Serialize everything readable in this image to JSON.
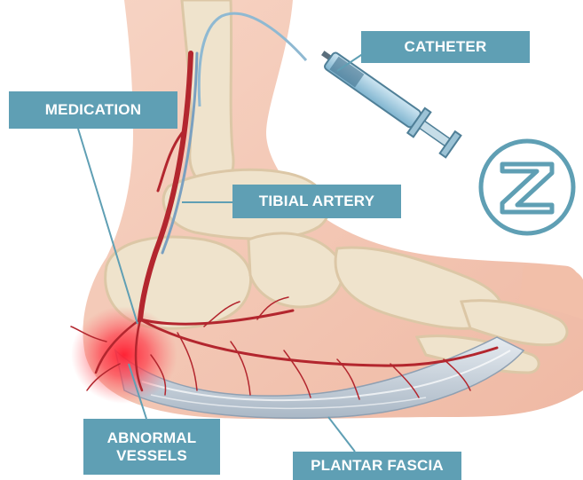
{
  "labels": {
    "catheter": "CATHETER",
    "medication": "MEDICATION",
    "tibial_artery": "TIBIAL ARTERY",
    "abnormal_line1": "ABNORMAL",
    "abnormal_line2": "VESSELS",
    "plantar_fascia": "PLANTAR FASCIA"
  },
  "colors": {
    "label_bg": "#5f9fb4",
    "label_text": "#ffffff",
    "artery": "#b3262e",
    "skin": "#f3c6b4",
    "bone": "#efe3cc",
    "fascia": "#c9d3dd",
    "logo": "#5f9fb4"
  },
  "icons": {
    "logo": "z-logo-icon",
    "syringe": "syringe-icon"
  }
}
